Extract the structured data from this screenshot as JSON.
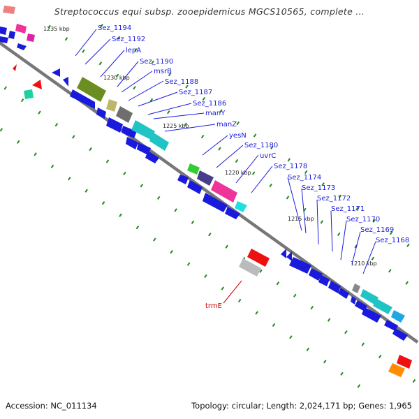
{
  "title": "Streptococcus equi subsp. zooepidemicus MGCS10565, complete ...",
  "footer": {
    "accession_label": "Accession:",
    "accession": "NC_011134",
    "summary": "Topology: circular; Length: 2,024,171 bp; Genes: 1,965"
  },
  "scale": {
    "labels": [
      "1235 kbp",
      "1230 kbp",
      "1225 kbp",
      "1220 kbp",
      "1215 kbp",
      "1210 kbp"
    ]
  },
  "gene_labels": [
    "Sez_1194",
    "Sez_1192",
    "lepA",
    "Sez_1190",
    "msrB",
    "Sez_1188",
    "Sez_1187",
    "Sez_1186",
    "manY",
    "manZ",
    "yesN",
    "Sez_1180",
    "uvrC",
    "Sez_1178",
    "Sez_1174",
    "Sez_1173",
    "Sez_1172",
    "Sez_1171",
    "Sez_1170",
    "Sez_1169",
    "Sez_1168"
  ],
  "rna_label": "trmE",
  "colors": {
    "backbone": "#777777",
    "gene": "#1a1adc",
    "label_line": "#1a1adc",
    "rna_label": "#cc0000",
    "dots": "#1f8a1f",
    "olive": "#6b8e23",
    "khaki": "#bdb76b",
    "gray": "#7a7a7a",
    "cyan": "#20c4c4",
    "green": "#33cc33",
    "darkslate": "#483d8b",
    "pink": "#ee3399",
    "red": "#ee1111",
    "orange": "#ff8c00"
  }
}
